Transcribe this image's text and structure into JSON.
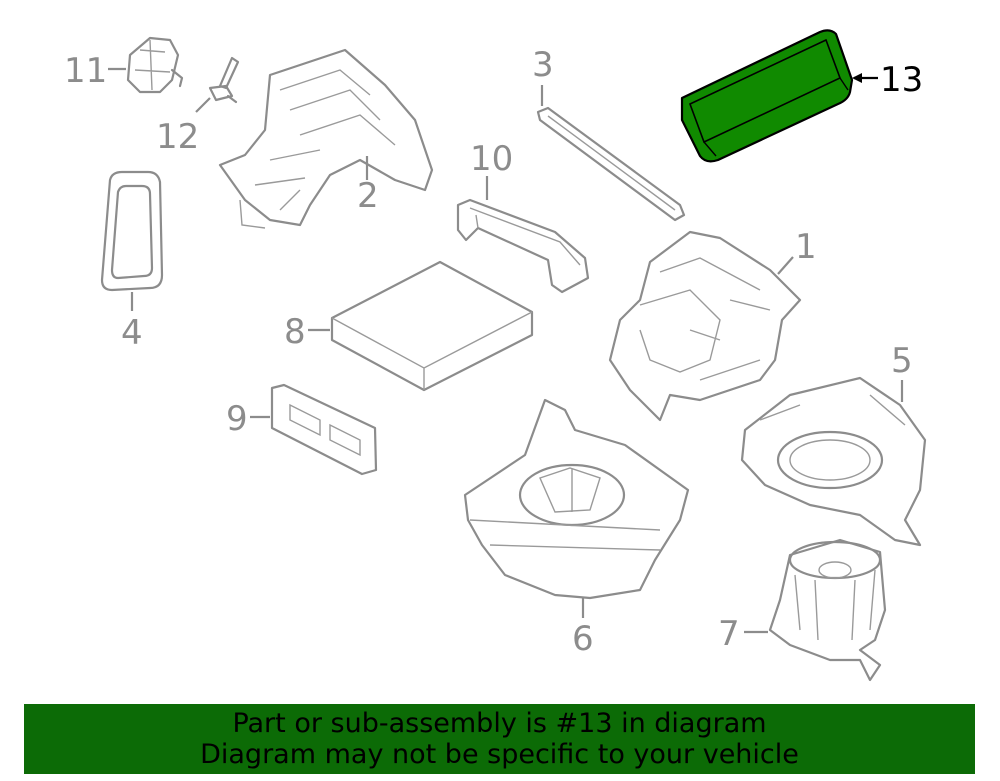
{
  "callouts": [
    {
      "id": "1",
      "label": "1"
    },
    {
      "id": "2",
      "label": "2"
    },
    {
      "id": "3",
      "label": "3"
    },
    {
      "id": "4",
      "label": "4"
    },
    {
      "id": "5",
      "label": "5"
    },
    {
      "id": "6",
      "label": "6"
    },
    {
      "id": "7",
      "label": "7"
    },
    {
      "id": "8",
      "label": "8"
    },
    {
      "id": "9",
      "label": "9"
    },
    {
      "id": "10",
      "label": "10"
    },
    {
      "id": "11",
      "label": "11"
    },
    {
      "id": "12",
      "label": "12"
    },
    {
      "id": "13",
      "label": "13"
    }
  ],
  "highlight": {
    "part": "13",
    "color": "#108a00"
  },
  "footer": {
    "line1": "Part or sub-assembly is #13 in diagram",
    "line2": "Diagram may not be specific to your vehicle"
  },
  "colors": {
    "banner": "#0c6b06",
    "line": "#8c8c8c"
  }
}
